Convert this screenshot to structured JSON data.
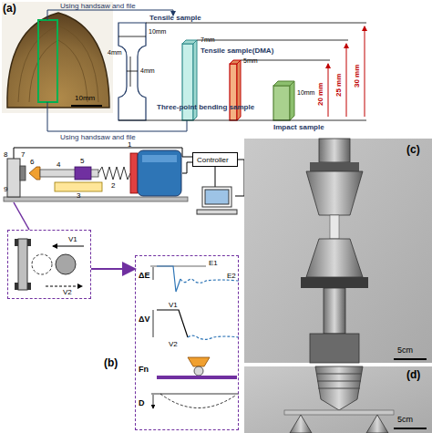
{
  "diagram": {
    "nodes": [
      {
        "text": [
          "Controller"
        ]
      },
      {
        "text": [
          "V1",
          "V2"
        ]
      },
      {
        "text": [
          "ΔE",
          "E1",
          "E2",
          "ΔV",
          "V1",
          "V2",
          "Fn",
          "D"
        ]
      }
    ],
    "edges": [
      {
        "from": 1,
        "to": 2,
        "arrow": "to"
      }
    ],
    "labels": [
      "(a)",
      "Using handsaw and file",
      "Tensile sample",
      "10mm",
      "4mm",
      "4mm",
      "7mm",
      "Tensile sample(DMA)",
      "5mm",
      "10mm",
      "Impact sample",
      "Three-point bending sample",
      "20 mm",
      "25 mm",
      "30 mm",
      "10mm",
      "Using handsaw and file",
      "1",
      "2",
      "3",
      "4",
      "5",
      "6",
      "7",
      "8",
      "9",
      "(b)",
      "(c)",
      "5cm",
      "(d)",
      "5cm"
    ]
  }
}
